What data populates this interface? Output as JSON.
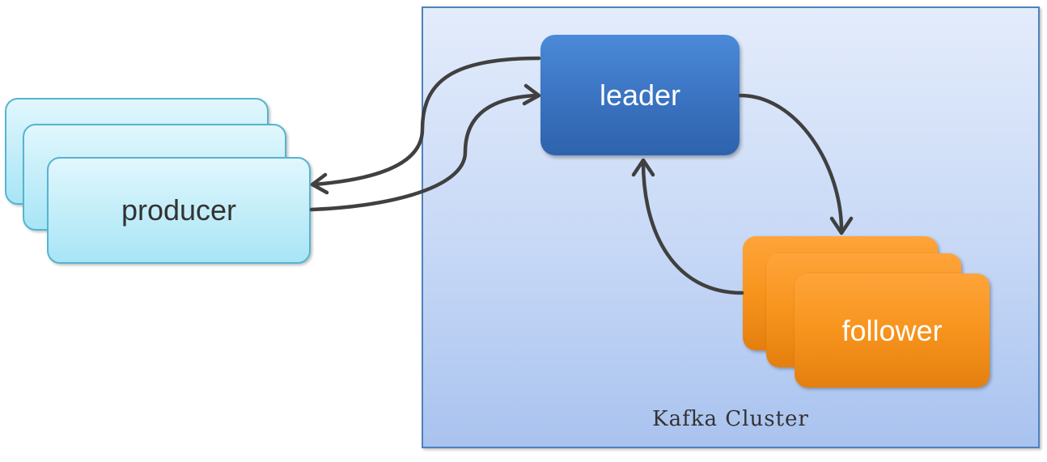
{
  "cluster": {
    "label": "Kafka Cluster"
  },
  "producer": {
    "label": "producer"
  },
  "leader": {
    "label": "leader"
  },
  "follower": {
    "label": "follower"
  },
  "colors": {
    "cluster_border": "#4f81bd",
    "producer_fill": "#c4eef9",
    "leader_fill": "#3b74c2",
    "follower_fill": "#f7941d",
    "arrow": "#404040"
  }
}
